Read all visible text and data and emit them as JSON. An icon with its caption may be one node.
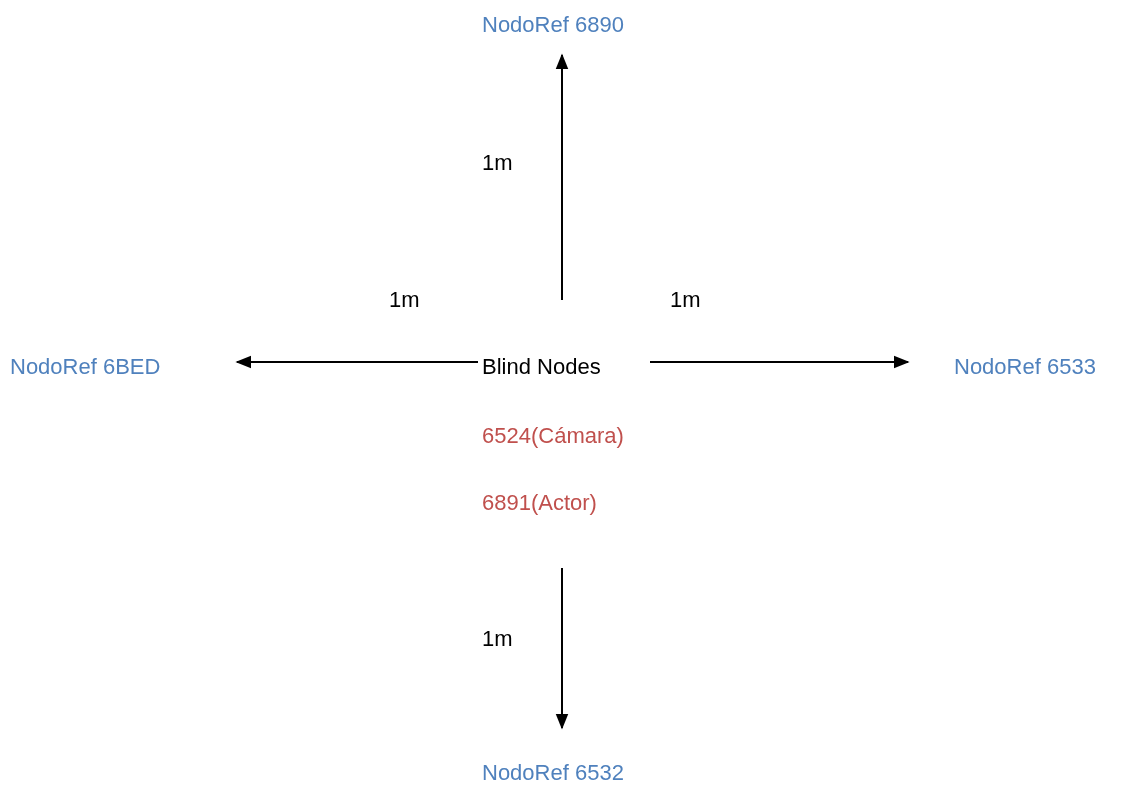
{
  "diagram": {
    "nodes": [
      {
        "text": [
          "Blind Nodes",
          "6524(Cámara)",
          "6891(Actor)"
        ]
      },
      {
        "text": [
          "NodoRef 6890"
        ]
      },
      {
        "text": [
          "NodoRef 6BED"
        ]
      },
      {
        "text": [
          "NodoRef 6533"
        ]
      },
      {
        "text": [
          "NodoRef 6532"
        ]
      }
    ],
    "edges": [
      {
        "from": 0,
        "to": 1,
        "arrow": "to",
        "label": "1m"
      },
      {
        "from": 0,
        "to": 2,
        "arrow": "to",
        "label": "1m"
      },
      {
        "from": 0,
        "to": 3,
        "arrow": "to",
        "label": "1m"
      },
      {
        "from": 0,
        "to": 4,
        "arrow": "to",
        "label": "1m"
      }
    ]
  }
}
